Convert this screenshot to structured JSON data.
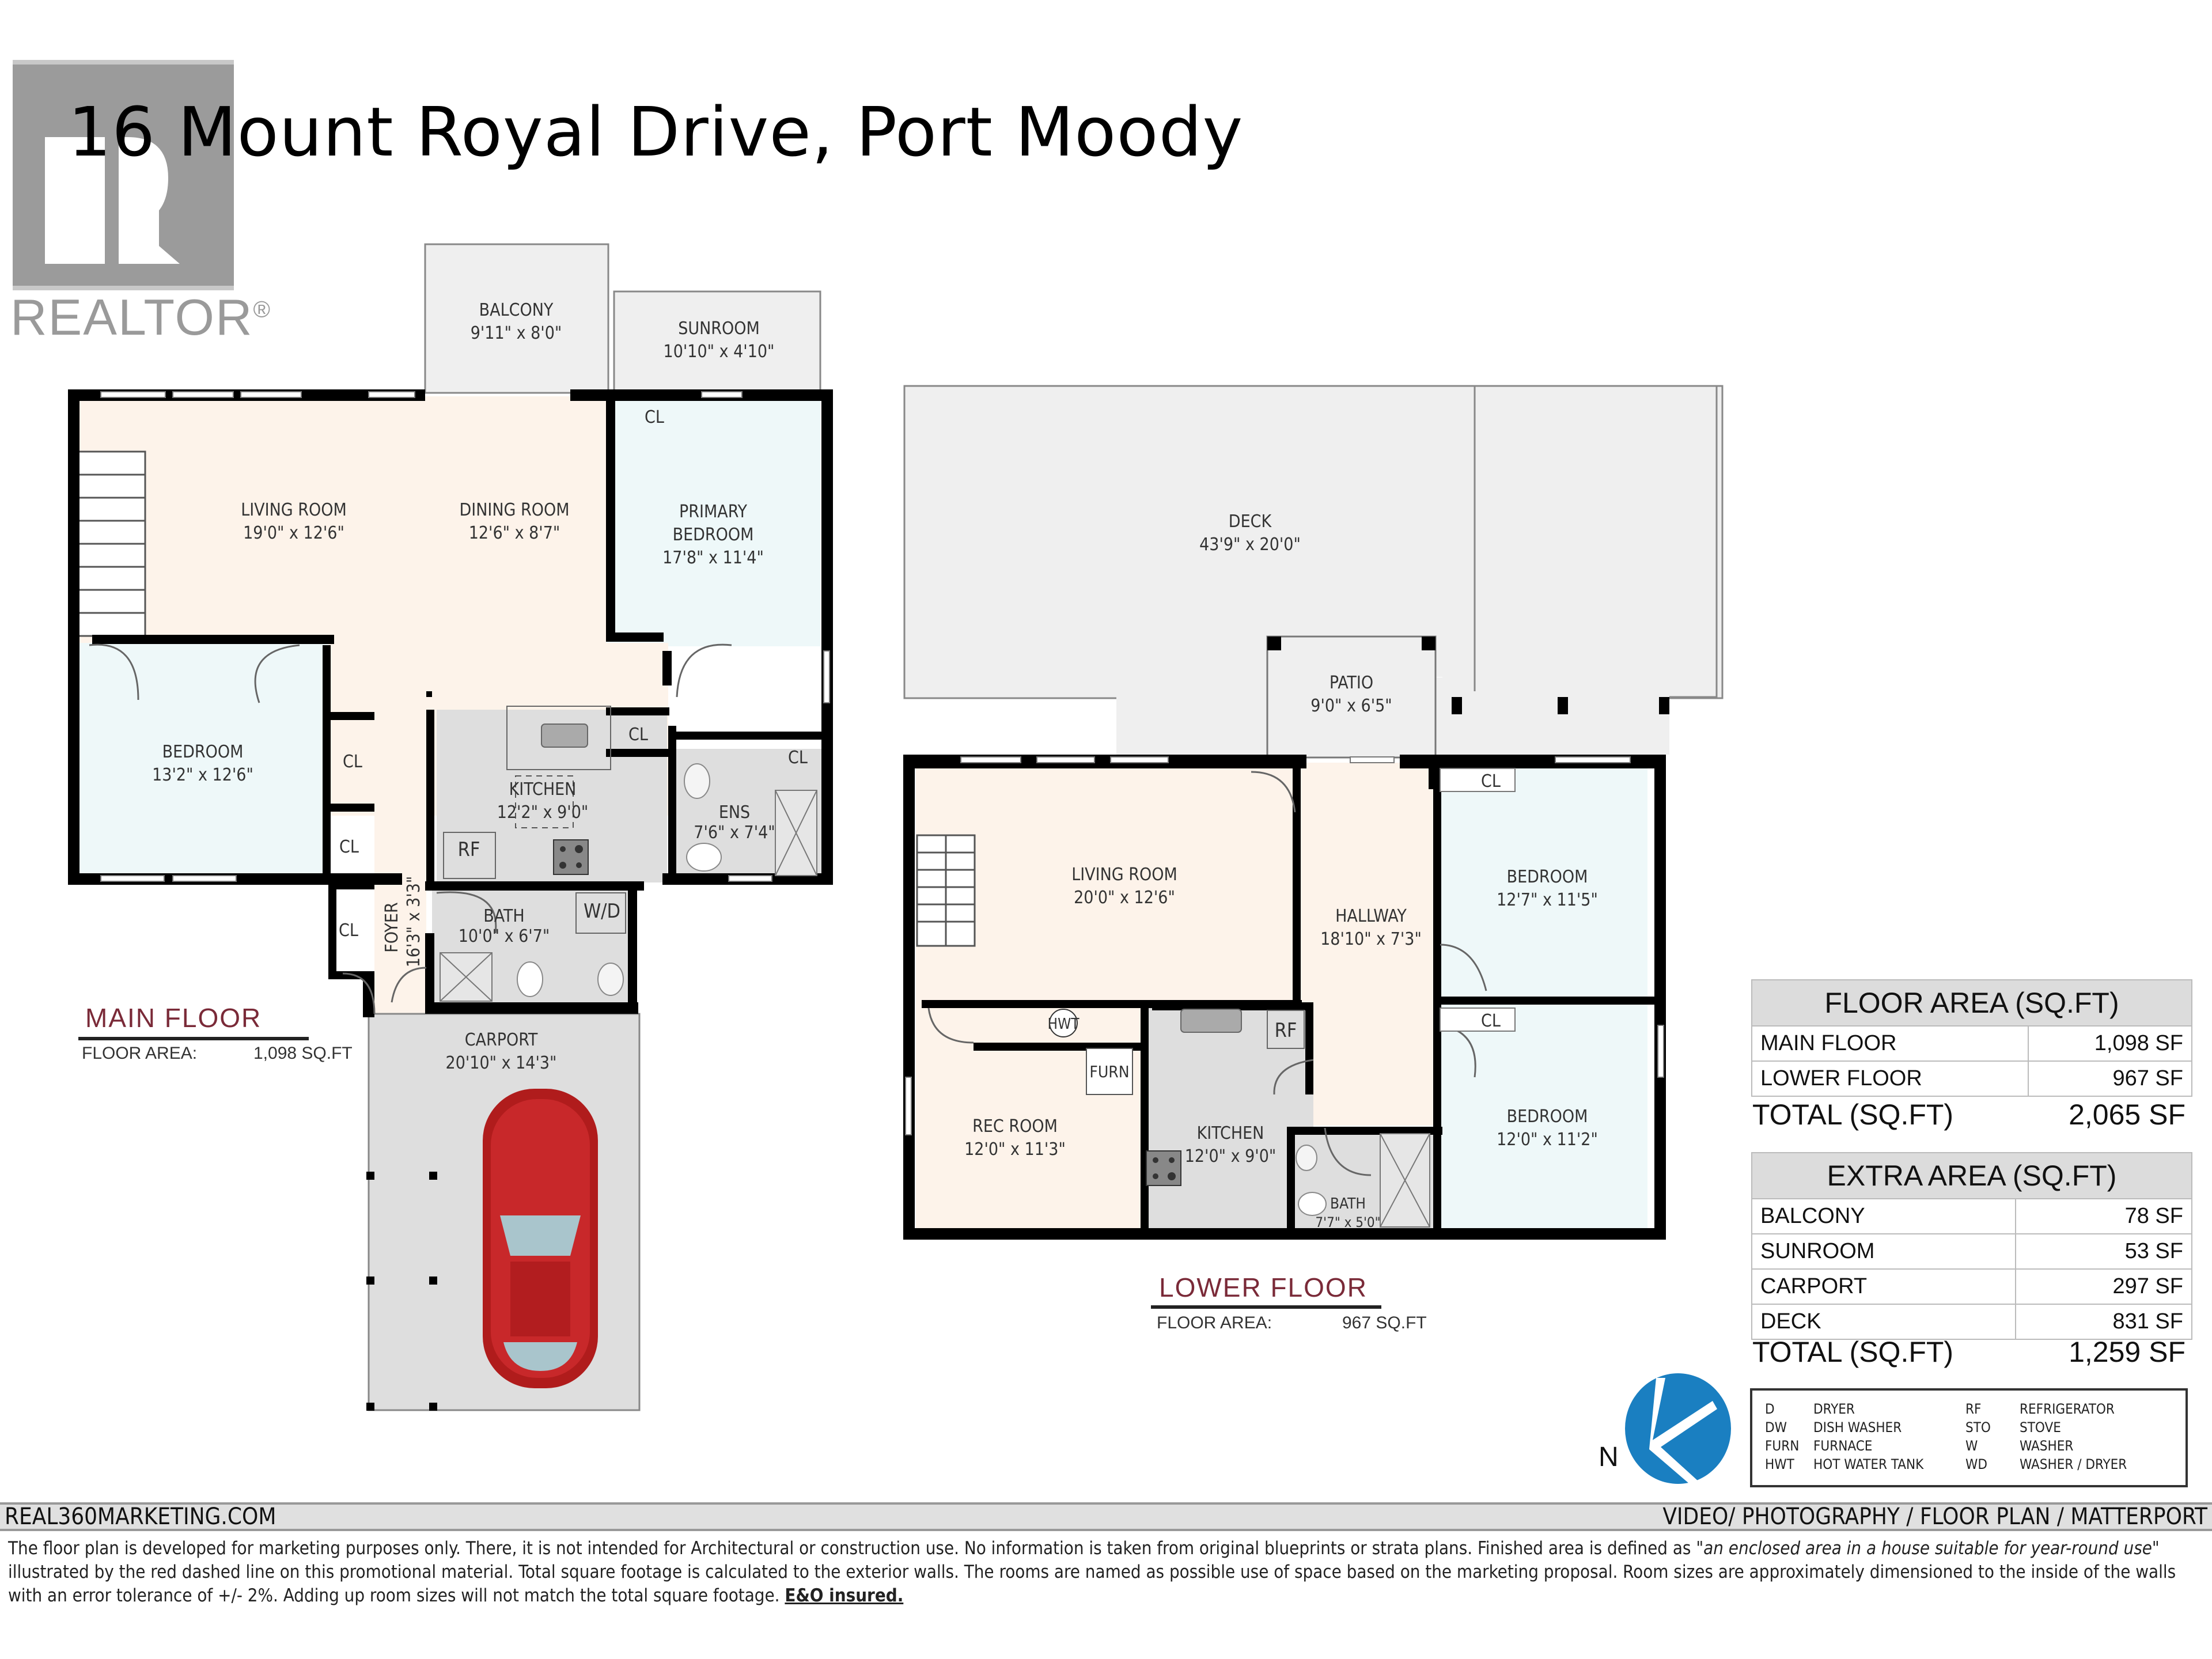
{
  "title": "16 Mount Royal Drive, Port Moody",
  "realtor_logo": {
    "letter": "R",
    "word": "REALTOR",
    "mark": "®"
  },
  "main_floor": {
    "label": "MAIN FLOOR",
    "area_label": "FLOOR AREA:",
    "area_value": "1,098 SQ.FT",
    "rooms": [
      {
        "name": "BALCONY",
        "dims": "9'11\" x 8'0\""
      },
      {
        "name": "SUNROOM",
        "dims": "10'10\" x 4'10\""
      },
      {
        "name": "LIVING ROOM",
        "dims": "19'0\" x 12'6\""
      },
      {
        "name": "DINING ROOM",
        "dims": "12'6\" x 8'7\""
      },
      {
        "name": "PRIMARY",
        "name2": "BEDROOM",
        "dims": "17'8\" x 11'4\""
      },
      {
        "name": "BEDROOM",
        "dims": "13'2\" x 12'6\""
      },
      {
        "name": "KITCHEN",
        "dims": "12'2\" x 9'0\""
      },
      {
        "name": "ENS",
        "dims": "7'6\" x 7'4\""
      },
      {
        "name": "BATH",
        "dims": "10'0\" x 6'7\""
      },
      {
        "name": "FOYER",
        "dims": "16'3\" x 3'3\""
      },
      {
        "name": "CARPORT",
        "dims": "20'10\" x 14'3\""
      }
    ],
    "fixtures": {
      "closet": "CL",
      "fridge": "RF",
      "washer_dryer": "W/D"
    }
  },
  "lower_floor": {
    "label": "LOWER FLOOR",
    "area_label": "FLOOR AREA:",
    "area_value": "967 SQ.FT",
    "rooms": [
      {
        "name": "DECK",
        "dims": "43'9\" x 20'0\""
      },
      {
        "name": "PATIO",
        "dims": "9'0\" x 6'5\""
      },
      {
        "name": "LIVING ROOM",
        "dims": "20'0\" x 12'6\""
      },
      {
        "name": "HALLWAY",
        "dims": "18'10\" x 7'3\""
      },
      {
        "name": "BEDROOM",
        "dims": "12'7\" x 11'5\""
      },
      {
        "name": "BEDROOM",
        "dims": "12'0\" x 11'2\""
      },
      {
        "name": "REC ROOM",
        "dims": "12'0\" x 11'3\""
      },
      {
        "name": "KITCHEN",
        "dims": "12'0\" x 9'0\""
      },
      {
        "name": "BATH",
        "dims": "7'7\" x 5'0\""
      }
    ],
    "fixtures": {
      "closet": "CL",
      "fridge": "RF",
      "hot_water_tank": "HWT",
      "furnace": "FURN"
    }
  },
  "floor_area_table": {
    "header": "FLOOR AREA (SQ.FT)",
    "rows": [
      {
        "label": "MAIN FLOOR",
        "value": "1,098 SF"
      },
      {
        "label": "LOWER FLOOR",
        "value": "967 SF"
      }
    ],
    "total_label": "TOTAL (SQ.FT)",
    "total_value": "2,065 SF"
  },
  "extra_area_table": {
    "header": "EXTRA AREA (SQ.FT)",
    "rows": [
      {
        "label": "BALCONY",
        "value": "78 SF"
      },
      {
        "label": "SUNROOM",
        "value": "53 SF"
      },
      {
        "label": "CARPORT",
        "value": "297 SF"
      },
      {
        "label": "DECK",
        "value": "831 SF"
      }
    ],
    "total_label": "TOTAL (SQ.FT)",
    "total_value": "1,259 SF"
  },
  "compass": {
    "north_label": "N",
    "color": "#1a7fc1"
  },
  "legend": [
    {
      "abbr": "D",
      "meaning": "DRYER"
    },
    {
      "abbr": "RF",
      "meaning": "REFRIGERATOR"
    },
    {
      "abbr": "DW",
      "meaning": "DISH WASHER"
    },
    {
      "abbr": "STO",
      "meaning": "STOVE"
    },
    {
      "abbr": "FURN",
      "meaning": "FURNACE"
    },
    {
      "abbr": "W",
      "meaning": "WASHER"
    },
    {
      "abbr": "HWT",
      "meaning": "HOT WATER TANK"
    },
    {
      "abbr": "WD",
      "meaning": "WASHER / DRYER"
    }
  ],
  "footer": {
    "left": "REAL360MARKETING.COM",
    "right": "VIDEO/ PHOTOGRAPHY / FLOOR PLAN / MATTERPORT",
    "disclaimer_part1": "The floor plan is developed for marketing purposes only. There, it is not intended for Architectural or construction use. No information is  taken from original blueprints or strata plans. Finished area is defined as ",
    "disclaimer_italic": "\"an enclosed area in a house suitable for year-round use\"",
    "disclaimer_part2": " illustrated by the red dashed line on this promotional material. Total square footage is calculated to the exterior walls. The rooms are named as possible use of space based on the marketing proposal. Room sizes are approximately dimensioned to the inside of the walls with an error tolerance of +/- 2%. Adding up room sizes will not match the total square footage. ",
    "disclaimer_bold": "E&O insured."
  },
  "colors": {
    "living_fill": "#fdf3ea",
    "bedroom_fill": "#eef8f9",
    "wet_fill": "#dedede",
    "exterior_fill": "#efefef",
    "wall": "#000000",
    "floor_label": "#7a2a38",
    "car": "#b01c1c"
  }
}
